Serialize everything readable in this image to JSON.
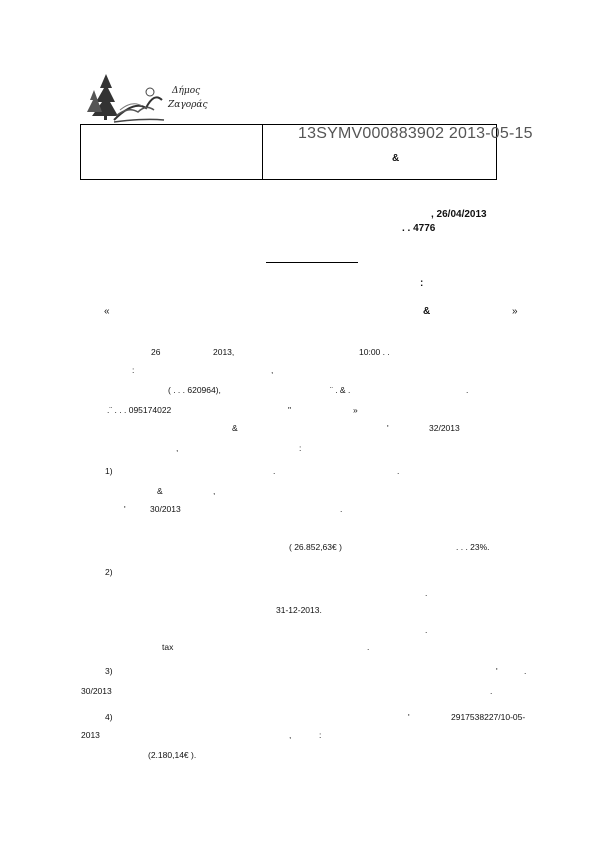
{
  "logo": {
    "line1": "Δήμος",
    "line2": "Ζαγοράς"
  },
  "header": {
    "ampersand": "&",
    "stamp": "13SYMV000883902 2013-05-15"
  },
  "date_block": {
    "date": ",  26/04/2013",
    "protocol": ".     .   4776"
  },
  "subject_colon": ":",
  "quote": {
    "open": "«",
    "amp": "&",
    "close": "»"
  },
  "intro": [
    {
      "id": "l1a",
      "text": "26"
    },
    {
      "id": "l1b",
      "text": "2013,"
    },
    {
      "id": "l1c",
      "text": "10:00  .  ."
    },
    {
      "id": "l2a",
      "text": ":"
    },
    {
      "id": "l2b",
      "text": ","
    },
    {
      "id": "l3a",
      "text": "(  .  .  .    620964),"
    },
    {
      "id": "l3b",
      "text": "¨ . &  ."
    },
    {
      "id": "l3c",
      "text": "."
    },
    {
      "id": "l4a",
      "text": ".¨  .  .  . 095174022"
    },
    {
      "id": "l4b",
      "text": "\""
    },
    {
      "id": "l4c",
      "text": "»"
    },
    {
      "id": "l5a",
      "text": "&"
    },
    {
      "id": "l5b",
      "text": "'"
    },
    {
      "id": "l5c",
      "text": "32/2013"
    },
    {
      "id": "l6a",
      "text": ","
    },
    {
      "id": "l6b",
      "text": ":"
    }
  ],
  "items": [
    {
      "id": "i1",
      "text": "1)"
    },
    {
      "id": "i1b",
      "text": "."
    },
    {
      "id": "i1c",
      "text": "."
    },
    {
      "id": "i1d",
      "text": "&"
    },
    {
      "id": "i1e",
      "text": ","
    },
    {
      "id": "i1f",
      "text": "'"
    },
    {
      "id": "i1g",
      "text": "30/2013"
    },
    {
      "id": "i1h",
      "text": "."
    },
    {
      "id": "i1i",
      "text": "( 26.852,63€ )"
    },
    {
      "id": "i1j",
      "text": ".  .  . 23%."
    },
    {
      "id": "i2",
      "text": "2)"
    },
    {
      "id": "i2b",
      "text": "."
    },
    {
      "id": "i2c",
      "text": "31-12-2013."
    },
    {
      "id": "i2d",
      "text": "."
    },
    {
      "id": "i2e",
      "text": "tax"
    },
    {
      "id": "i2f",
      "text": "."
    },
    {
      "id": "i3",
      "text": "3)"
    },
    {
      "id": "i3b",
      "text": "'"
    },
    {
      "id": "i3c",
      "text": "."
    },
    {
      "id": "i3d",
      "text": "30/2013"
    },
    {
      "id": "i3e",
      "text": "."
    },
    {
      "id": "i4",
      "text": "4)"
    },
    {
      "id": "i4b",
      "text": "'"
    },
    {
      "id": "i4c",
      "text": "2917538227/10-05-"
    },
    {
      "id": "i4d",
      "text": "2013"
    },
    {
      "id": "i4e",
      "text": ","
    },
    {
      "id": "i4f",
      "text": ":"
    },
    {
      "id": "i4g",
      "text": "(2.180,14€ )."
    }
  ]
}
